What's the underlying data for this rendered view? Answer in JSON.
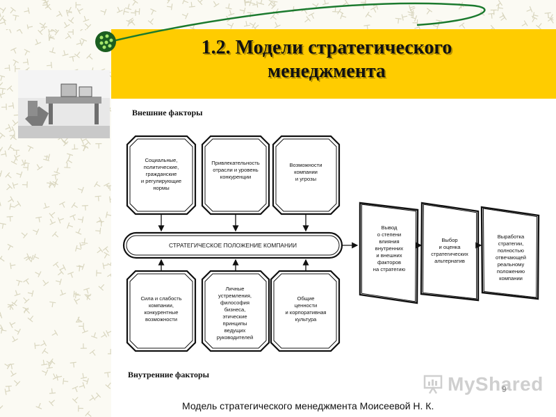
{
  "slide": {
    "title_line1": "1.2. Модели стратегического",
    "title_line2": "менеджмента",
    "external_label": "Внешние факторы",
    "internal_label": "Внутренние факторы",
    "caption": "Модель стратегического менеджмента Моисеевой Н. К.",
    "page_number": "9",
    "watermark": "MyShared"
  },
  "diagram": {
    "external_boxes": [
      {
        "lines": [
          "Социальные,",
          "политические,",
          "гражданские",
          "и регулирующие",
          "нормы"
        ]
      },
      {
        "lines": [
          "Привлекательность",
          "отрасли и уровень",
          "конкуренции"
        ]
      },
      {
        "lines": [
          "Возможности",
          "компании",
          "и угрозы"
        ]
      }
    ],
    "central_band": "СТРАТЕГИЧЕСКОЕ ПОЛОЖЕНИЕ КОМПАНИИ",
    "internal_boxes": [
      {
        "lines": [
          "Сила и слабость",
          "компании,",
          "конкурентные",
          "возможности"
        ]
      },
      {
        "lines": [
          "Личные",
          "устремления,",
          "философия",
          "бизнеса,",
          "этические",
          "принципы",
          "ведущих",
          "руководителей"
        ]
      },
      {
        "lines": [
          "Общие",
          "ценности",
          "и корпоративная",
          "культура"
        ]
      }
    ],
    "output_boxes": [
      {
        "lines": [
          "Вывод",
          "о степени",
          "влияния",
          "внутренних",
          "и внешних",
          "факторов",
          "на стратегию"
        ]
      },
      {
        "lines": [
          "Выбор",
          "и оценка",
          "стратегических",
          "альтернатив"
        ]
      },
      {
        "lines": [
          "Выработка",
          "стратегии,",
          "полностью",
          "отвечающей",
          "реальному",
          "положению",
          "компании"
        ]
      }
    ]
  }
}
